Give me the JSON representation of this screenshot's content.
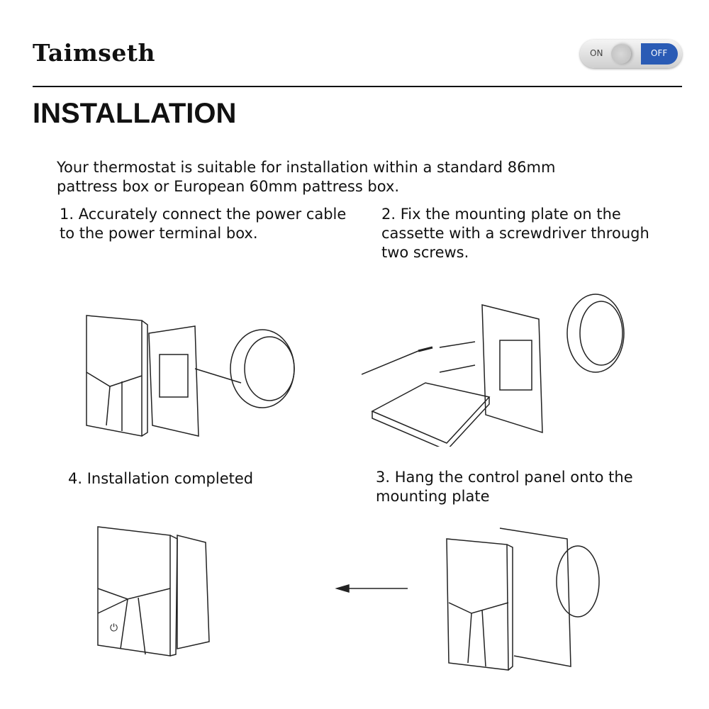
{
  "brand": "Taimseth",
  "toggle": {
    "on_label": "ON",
    "off_label": "OFF",
    "state": "off",
    "accent": "#2a5bb5"
  },
  "title": "INSTALLATION",
  "intro": "Your thermostat is suitable for installation within a standard 86mm pattress box or European 60mm pattress box.",
  "steps": {
    "s1": "1. Accurately connect the power cable to the power terminal box.",
    "s2": "2. Fix the mounting plate on the cassette with a screwdriver through two screws.",
    "s4": "4. Installation completed",
    "s3": "3. Hang the control panel onto the mounting plate"
  }
}
